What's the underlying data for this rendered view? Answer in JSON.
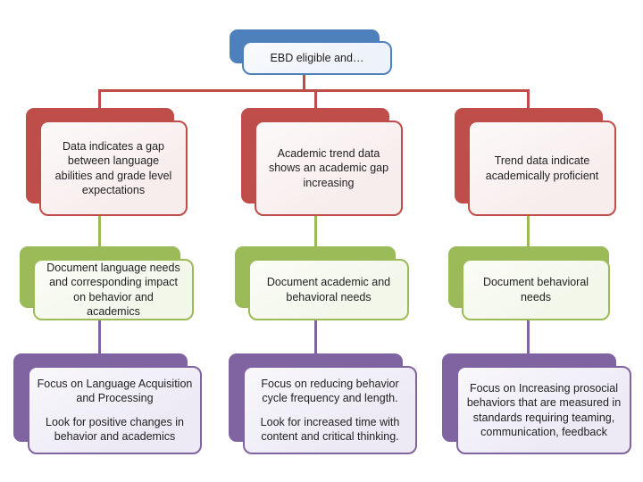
{
  "diagram": {
    "root": {
      "label": "EBD eligible and…"
    },
    "cells": {
      "indicator": {
        "language": {
          "text": "Data indicates a gap between language abilities and grade level expectations"
        },
        "academic": {
          "text": "Academic trend data shows an academic  gap increasing"
        },
        "behavioral": {
          "text": "Trend data indicate academically proficient"
        }
      },
      "document": {
        "language": {
          "text": "Document language needs and corresponding impact on behavior and academics"
        },
        "academic": {
          "text": "Document academic and behavioral needs"
        },
        "behavioral": {
          "text": "Document behavioral needs"
        }
      },
      "focus": {
        "language": {
          "paragraphs": [
            "Focus on Language Acquisition and Processing",
            "Look for positive changes in behavior and academics"
          ]
        },
        "academic": {
          "paragraphs": [
            "Focus on reducing behavior cycle frequency and length.",
            "Look for increased time with content and critical thinking."
          ]
        },
        "behavioral": {
          "paragraphs": [
            "Focus on Increasing prosocial behaviors that are measured in standards requiring teaming, communication, feedback"
          ]
        }
      }
    },
    "colors": {
      "blue": "#4e80bc",
      "blue_fill": "#eef3fa",
      "red": "#bf4e4b",
      "red_fill": "#f8eded",
      "green": "#9bbb59",
      "green_fill": "#f3f7ea",
      "purple": "#8064a2",
      "purple_fill": "#edeaf5",
      "text": "#1f1f1f",
      "background": "#ffffff"
    }
  }
}
